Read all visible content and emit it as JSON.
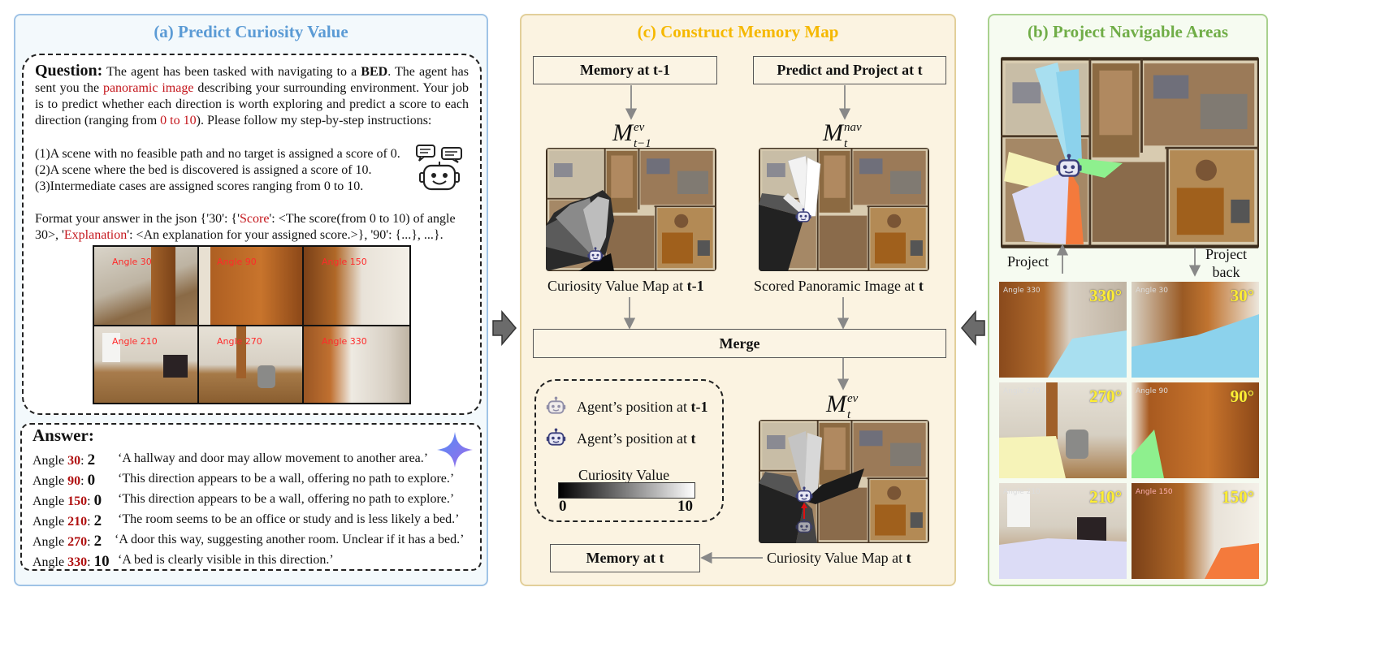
{
  "panel_a": {
    "title": "(a) Predict Curiosity Value",
    "question_label": "Question:",
    "q_part1": "The agent has been tasked with navigating to a ",
    "q_target": "BED",
    "q_part2": ". The agent has sent you the ",
    "q_image": "panoramic image",
    "q_part3": " describing your surrounding environment. Your job is to predict whether each direction is worth exploring and predict a score to each direction (ranging from ",
    "q_range": "0 to 10",
    "q_part4": "). Please follow my step-by-step instructions:",
    "rules": [
      "(1)A scene with no feasible path and no target is assigned a score of 0.",
      "(2)A scene where the bed is discovered is assigned a score of 10.",
      "(3)Intermediate cases are assigned scores ranging from 0 to 10."
    ],
    "format_part1": "Format your answer in the json {'30': {'",
    "format_score": "Score",
    "format_part2": "': <The score(from 0 to 10) of angle 30>, '",
    "format_expl": "Explanation",
    "format_part3": "': <An explanation for your assigned score.>}, '90': {...}, ...}.",
    "grid_labels": [
      "Angle 30",
      "Angle 90",
      "Angle 150",
      "Angle 210",
      "Angle 270",
      "Angle 330"
    ],
    "answer_label": "Answer:",
    "answers": [
      {
        "prefix": "Angle ",
        "angle": "30",
        "score": "2",
        "text": "‘A hallway and door may allow movement to another area.’"
      },
      {
        "prefix": "Angle ",
        "angle": "90",
        "score": "0",
        "text": "‘This direction appears to be a wall, offering no path to explore.’"
      },
      {
        "prefix": "Angle ",
        "angle": "150",
        "score": "0",
        "text": "‘This direction appears to be a wall, offering no path to explore.’"
      },
      {
        "prefix": "Angle ",
        "angle": "210",
        "score": "2",
        "text": "‘The room seems to be an office or study and is less likely a bed.’"
      },
      {
        "prefix": "Angle ",
        "angle": "270",
        "score": "2",
        "text": "‘A door this way, suggesting another room. Unclear if it has a bed.’"
      },
      {
        "prefix": "Angle ",
        "angle": "330",
        "score": "10",
        "text": "‘A bed is clearly visible in this direction.’"
      }
    ]
  },
  "panel_c": {
    "title": "(c) Construct Memory Map",
    "memory_prev": "Memory at t-1",
    "predict_project": "Predict and Project at t",
    "m_prev": {
      "base": "M",
      "sup": "ev",
      "sub": "t−1"
    },
    "m_nav": {
      "base": "M",
      "sup": "nav",
      "sub": "t"
    },
    "m_cur": {
      "base": "M",
      "sup": "ev",
      "sub": "t"
    },
    "caption_prev": "Curiosity Value Map at ",
    "caption_prev_t": "t-1",
    "caption_scored": "Scored Panoramic Image at ",
    "caption_scored_t": "t",
    "merge": "Merge",
    "legend_prev": "Agent’s position at ",
    "legend_prev_t": "t-1",
    "legend_cur": "Agent’s position at ",
    "legend_cur_t": "t",
    "colorbar_title": "Curiosity Value",
    "colorbar_min": "0",
    "colorbar_max": "10",
    "memory_cur": "Memory at t",
    "caption_cur": "Curiosity Value Map at ",
    "caption_cur_t": "t"
  },
  "panel_b": {
    "title": "(b) Project Navigable Areas",
    "project": "Project",
    "project_back_1": "Project",
    "project_back_2": "back",
    "views": [
      {
        "small": "Angle 330",
        "deg": "330°",
        "fill": "#a8dff0"
      },
      {
        "small": "Angle 30",
        "deg": "30°",
        "fill": "#8cd2ec"
      },
      {
        "small": "Angle 270",
        "deg": "270°",
        "fill": "#f6f3b8"
      },
      {
        "small": "Angle 90",
        "deg": "90°",
        "fill": "#8ef08e"
      },
      {
        "small": "Angle 210",
        "deg": "210°",
        "fill": "#dcdcf6"
      },
      {
        "small": "Angle 150",
        "deg": "150°",
        "fill": "#f47a3c"
      }
    ]
  },
  "colors": {
    "panel_a": "#5b9bd5",
    "panel_c": "#f5b800",
    "panel_b": "#70ad47",
    "accent_red": "#c4161c",
    "score_red": "#b01010"
  }
}
